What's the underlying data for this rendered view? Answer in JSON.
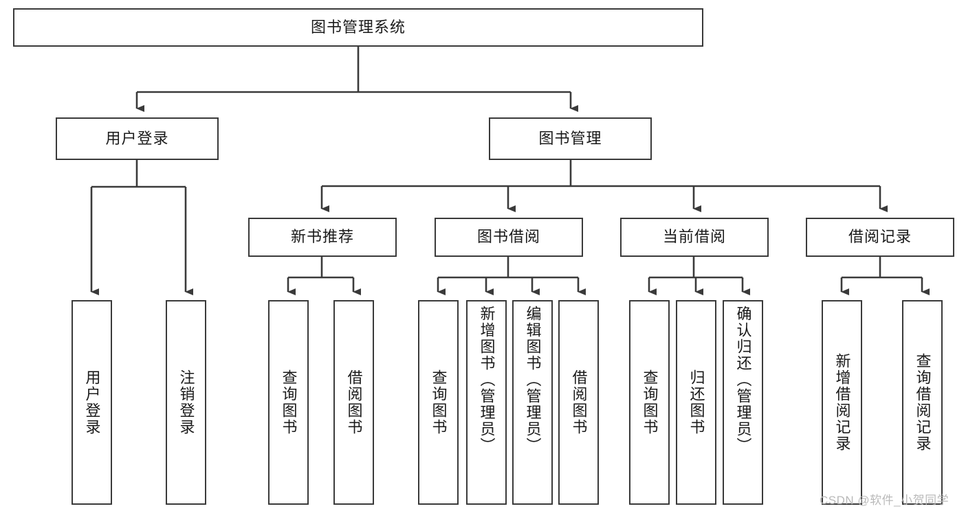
{
  "diagram": {
    "type": "tree-hierarchy",
    "title": "图书管理系统",
    "watermark": "CSDN @软件_小贺同学",
    "colors": {
      "background": "#ffffff",
      "box_border": "#3a3a3a",
      "connector": "#3a3a3a",
      "text": "#1a1a1a",
      "watermark": "#b9b9b9"
    },
    "levels": [
      {
        "level": 1,
        "nodes": [
          {
            "id": "root",
            "label": "图书管理系统",
            "orientation": "horizontal"
          }
        ]
      },
      {
        "level": 2,
        "nodes": [
          {
            "id": "user-login",
            "label": "用户登录",
            "orientation": "horizontal",
            "parent": "root"
          },
          {
            "id": "book-manage",
            "label": "图书管理",
            "orientation": "horizontal",
            "parent": "root"
          }
        ]
      },
      {
        "level": 3,
        "nodes": [
          {
            "id": "new-book-recommend",
            "label": "新书推荐",
            "orientation": "horizontal",
            "parent": "book-manage"
          },
          {
            "id": "book-borrow",
            "label": "图书借阅",
            "orientation": "horizontal",
            "parent": "book-manage"
          },
          {
            "id": "current-borrow",
            "label": "当前借阅",
            "orientation": "horizontal",
            "parent": "book-manage"
          },
          {
            "id": "borrow-record",
            "label": "借阅记录",
            "orientation": "horizontal",
            "parent": "book-manage"
          }
        ]
      },
      {
        "level": 4,
        "nodes": [
          {
            "id": "leaf-user-login",
            "label": "用户登录",
            "orientation": "vertical",
            "parent": "user-login"
          },
          {
            "id": "leaf-user-logout",
            "label": "注销登录",
            "orientation": "vertical",
            "parent": "user-login"
          },
          {
            "id": "leaf-query-book-1",
            "label": "查询图书",
            "orientation": "vertical",
            "parent": "new-book-recommend"
          },
          {
            "id": "leaf-borrow-book-1",
            "label": "借阅图书",
            "orientation": "vertical",
            "parent": "new-book-recommend"
          },
          {
            "id": "leaf-query-book-2",
            "label": "查询图书",
            "orientation": "vertical",
            "parent": "book-borrow"
          },
          {
            "id": "leaf-add-book",
            "label": "新增图书（管理员）",
            "orientation": "vertical",
            "parent": "book-borrow"
          },
          {
            "id": "leaf-edit-book",
            "label": "编辑图书（管理员）",
            "orientation": "vertical",
            "parent": "book-borrow"
          },
          {
            "id": "leaf-borrow-book-2",
            "label": "借阅图书",
            "orientation": "vertical",
            "parent": "book-borrow"
          },
          {
            "id": "leaf-query-book-3",
            "label": "查询图书",
            "orientation": "vertical",
            "parent": "current-borrow"
          },
          {
            "id": "leaf-return-book",
            "label": "归还图书",
            "orientation": "vertical",
            "parent": "current-borrow"
          },
          {
            "id": "leaf-confirm-return",
            "label": "确认归还（管理员）",
            "orientation": "vertical",
            "parent": "current-borrow"
          },
          {
            "id": "leaf-add-record",
            "label": "新增借阅记录",
            "orientation": "vertical",
            "parent": "borrow-record"
          },
          {
            "id": "leaf-query-record",
            "label": "查询借阅记录",
            "orientation": "vertical",
            "parent": "borrow-record"
          }
        ]
      }
    ],
    "edges": [
      {
        "from": "root",
        "to": "user-login"
      },
      {
        "from": "root",
        "to": "book-manage"
      },
      {
        "from": "book-manage",
        "to": "new-book-recommend"
      },
      {
        "from": "book-manage",
        "to": "book-borrow"
      },
      {
        "from": "book-manage",
        "to": "current-borrow"
      },
      {
        "from": "book-manage",
        "to": "borrow-record"
      },
      {
        "from": "user-login",
        "to": "leaf-user-login"
      },
      {
        "from": "user-login",
        "to": "leaf-user-logout"
      },
      {
        "from": "new-book-recommend",
        "to": "leaf-query-book-1"
      },
      {
        "from": "new-book-recommend",
        "to": "leaf-borrow-book-1"
      },
      {
        "from": "book-borrow",
        "to": "leaf-query-book-2"
      },
      {
        "from": "book-borrow",
        "to": "leaf-add-book"
      },
      {
        "from": "book-borrow",
        "to": "leaf-edit-book"
      },
      {
        "from": "book-borrow",
        "to": "leaf-borrow-book-2"
      },
      {
        "from": "current-borrow",
        "to": "leaf-query-book-3"
      },
      {
        "from": "current-borrow",
        "to": "leaf-return-book"
      },
      {
        "from": "current-borrow",
        "to": "leaf-confirm-return"
      },
      {
        "from": "borrow-record",
        "to": "leaf-add-record"
      },
      {
        "from": "borrow-record",
        "to": "leaf-query-record"
      }
    ]
  }
}
